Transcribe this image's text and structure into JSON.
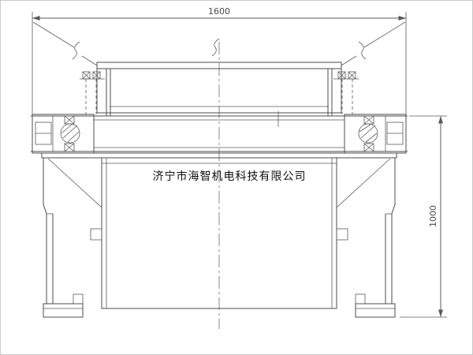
{
  "drawing": {
    "title": "drum-pulley-assembly-drawing",
    "dimension_top": "1600",
    "dimension_right": "1000",
    "watermark": "济宁市海智机电科技有限公司"
  },
  "colors": {
    "line": "#4d4d4d",
    "dimension": "#5a5a5a",
    "background": "#ffffff",
    "frame_border": "#c9c9c9",
    "watermark_text": "#111111"
  }
}
